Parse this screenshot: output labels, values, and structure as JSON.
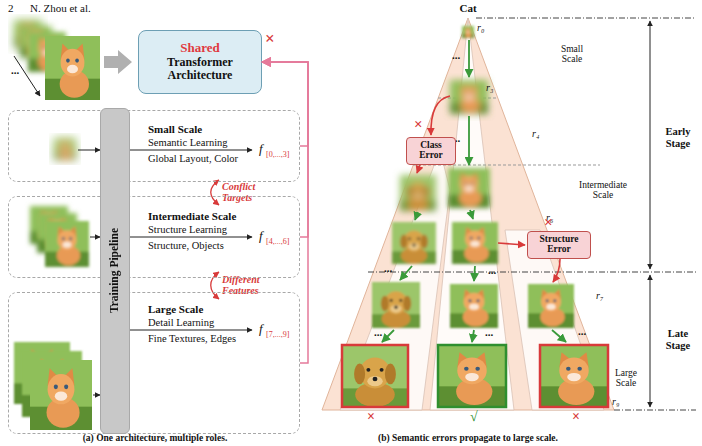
{
  "diagram": {
    "nodes": [
      {
        "text": [
          "Shared",
          "Transformer Architecture"
        ]
      },
      {
        "text": [
          "Training Pipeline"
        ]
      },
      {
        "text": [
          "Small Scale",
          "Semantic Learning",
          "Global Layout, Color",
          "f",
          "[0,...,3]"
        ]
      },
      {
        "text": [
          "Intermediate Scale",
          "Structure Learning",
          "Structure, Objects",
          "f",
          "[4,...,6]"
        ]
      },
      {
        "text": [
          "Large Scale",
          "Detail Learning",
          "Fine Textures, Edges",
          "f",
          "[7,...,9]"
        ]
      },
      {
        "text": [
          "Class Error"
        ]
      },
      {
        "text": [
          "Structure Error"
        ]
      }
    ],
    "edges": [
      {
        "from": 2,
        "to": 0,
        "arrow": "to"
      },
      {
        "from": 3,
        "to": 0,
        "arrow": "to"
      },
      {
        "from": 4,
        "to": 0,
        "arrow": "to"
      }
    ],
    "labels": [
      "2",
      "N. Zhou et al.",
      "...",
      "×",
      "Conflict Targets",
      "Different Features",
      "(a) One architecture, multiple roles.",
      "Cat",
      "r₀",
      "Small Scale",
      "r₃",
      "r₄",
      "Intermediate Scale",
      "r₆",
      "r₇",
      "Large Scale",
      "r₉",
      "Early Stage",
      "Late Stage",
      "...",
      "...",
      "...",
      "...",
      "...",
      "...",
      "...",
      "×",
      "×",
      "×",
      "√",
      "×",
      "(b) Semantic errors propagate to large scale."
    ]
  }
}
